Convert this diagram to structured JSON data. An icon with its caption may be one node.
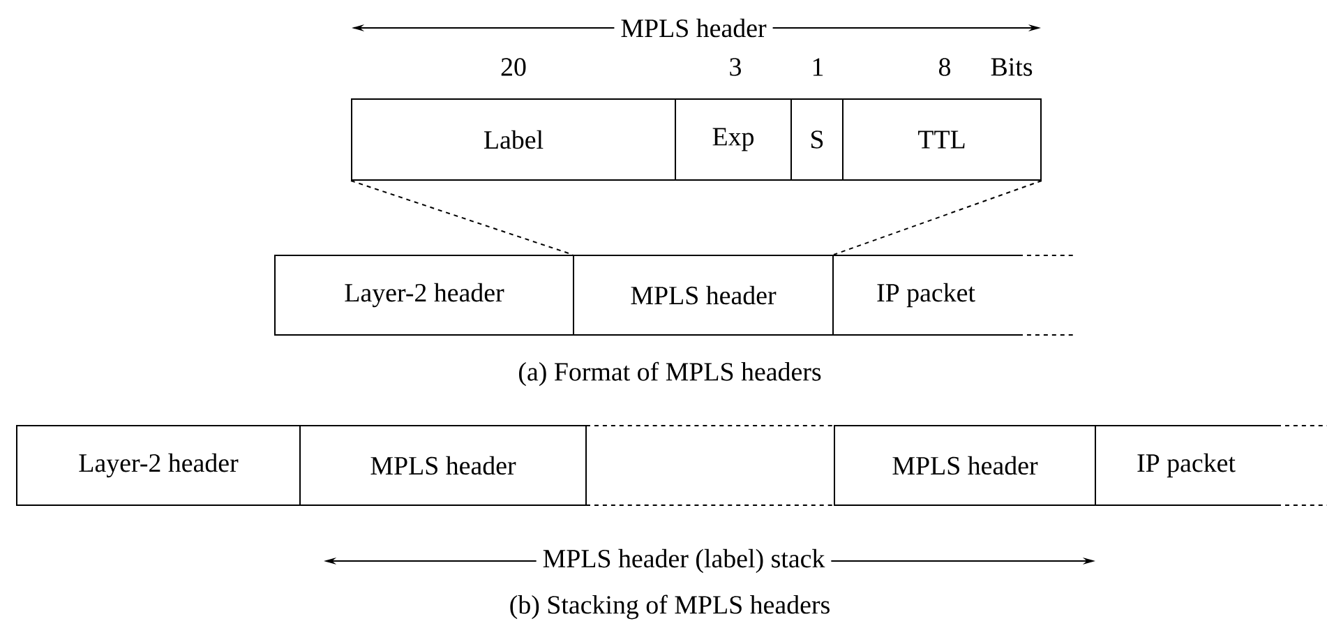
{
  "diagram": {
    "nodes": [
      {
        "text": [
          "Label"
        ]
      },
      {
        "text": [
          "Exp"
        ]
      },
      {
        "text": [
          "S"
        ]
      },
      {
        "text": [
          "TTL"
        ]
      },
      {
        "text": [
          "Layer-2 header"
        ]
      },
      {
        "text": [
          "MPLS header"
        ]
      },
      {
        "text": [
          "IP packet"
        ]
      },
      {
        "text": [
          "Layer-2 header"
        ]
      },
      {
        "text": [
          "MPLS header"
        ]
      },
      {
        "text": [],
        "shape": "box"
      },
      {
        "text": [
          "MPLS header"
        ]
      },
      {
        "text": [
          "IP packet"
        ]
      }
    ],
    "edges": [
      {
        "from": 0,
        "to": 5,
        "arrow": "none",
        "style": "dashed"
      },
      {
        "from": 3,
        "to": 5,
        "arrow": "none",
        "style": "dashed"
      }
    ],
    "labels": [
      "MPLS header",
      "20",
      "3",
      "1",
      "8",
      "Bits",
      "(a) Format of MPLS headers",
      "MPLS header (label) stack",
      "(b) Stacking of MPLS headers"
    ]
  }
}
